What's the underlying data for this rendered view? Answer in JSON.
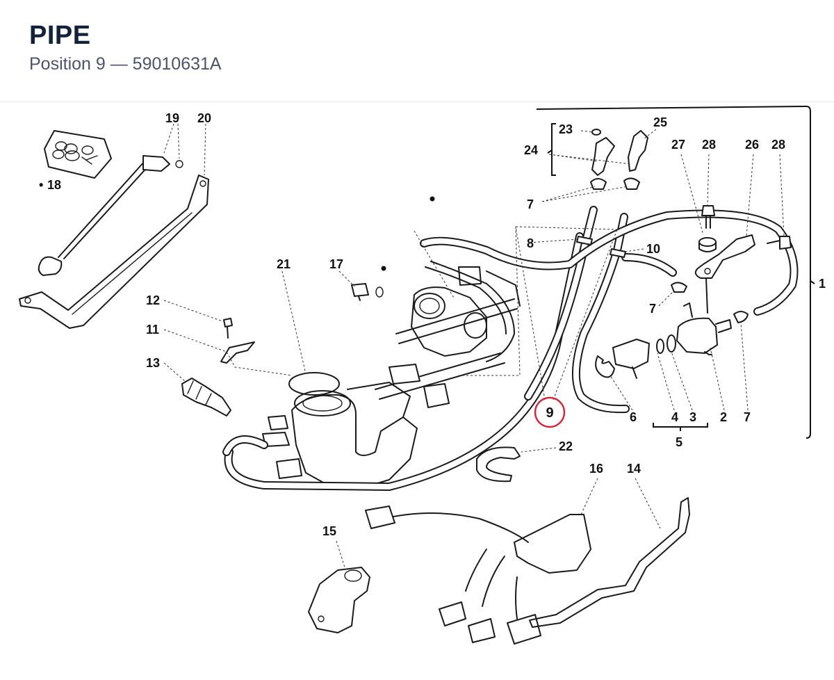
{
  "header": {
    "title": "PIPE",
    "subtitle": "Position 9 — 59010631A"
  },
  "highlight": {
    "position": "9",
    "color": "#d42a3a"
  },
  "callouts": {
    "c1": "1",
    "c2": "2",
    "c3": "3",
    "c4": "4",
    "c5": "5",
    "c6": "6",
    "c7a": "7",
    "c7b": "7",
    "c7c": "7",
    "c8": "8",
    "c9": "9",
    "c10": "10",
    "c11": "11",
    "c12": "12",
    "c13": "13",
    "c14": "14",
    "c15": "15",
    "c16": "16",
    "c17": "17",
    "c18": "18",
    "c19": "19",
    "c20": "20",
    "c21": "21",
    "c22": "22",
    "c23": "23",
    "c24": "24",
    "c25": "25",
    "c26": "26",
    "c27": "27",
    "c28a": "28",
    "c28b": "28"
  },
  "markers": {
    "bullet": "•"
  }
}
